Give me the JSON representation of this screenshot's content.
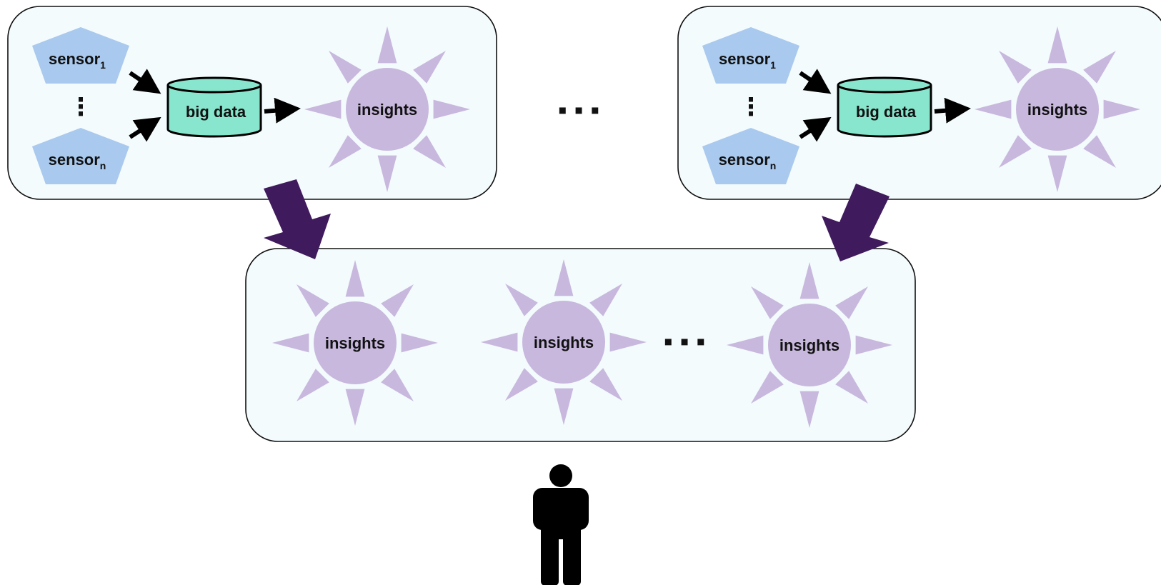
{
  "colors": {
    "panel_fill": "#f3fbfd",
    "panel_stroke": "#111111",
    "sensor_fill": "#a9c9ee",
    "cylinder_fill": "#87e6cd",
    "insight_fill": "#c8b8de",
    "big_arrow": "#3f1a5c",
    "arrow": "#000000",
    "person": "#000000"
  },
  "icons": {
    "sensor": "pentagon-sensor-icon",
    "big_data": "database-cylinder-icon",
    "insights": "sun-insights-icon",
    "person": "person-icon",
    "merge_arrow": "thick-down-arrow-icon"
  },
  "pipelines": [
    {
      "sensor_top": {
        "label": "sensor",
        "subscript": "1"
      },
      "sensor_bottom": {
        "label": "sensor",
        "subscript": "n"
      },
      "vertical_ellipsis": "⋮",
      "big_data": "big data",
      "insights": "insights"
    },
    {
      "sensor_top": {
        "label": "sensor",
        "subscript": "1"
      },
      "sensor_bottom": {
        "label": "sensor",
        "subscript": "n"
      },
      "vertical_ellipsis": "⋮",
      "big_data": "big data",
      "insights": "insights"
    }
  ],
  "pipeline_gap_ellipsis": "▪ ▪ ▪",
  "aggregate": {
    "insights": [
      "insights",
      "insights",
      "insights"
    ],
    "ellipsis": "▪ ▪ ▪"
  }
}
